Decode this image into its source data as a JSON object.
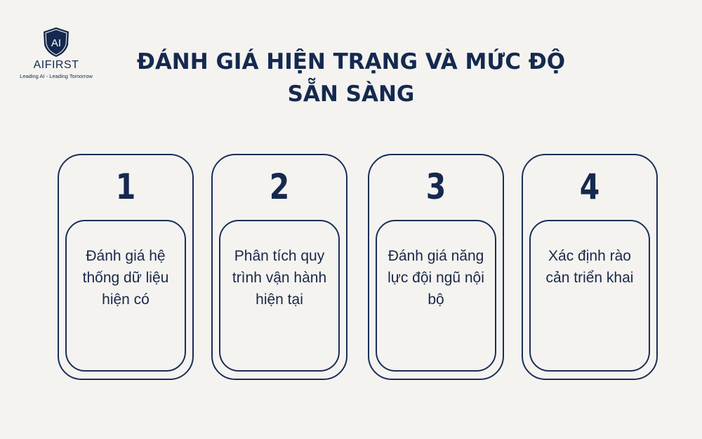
{
  "logo": {
    "mark_text": "AI",
    "name": "AIFIRST",
    "tagline": "Leading AI - Leading Tomorrow"
  },
  "title": "ĐÁNH GIÁ HIỆN TRẠNG VÀ MỨC ĐỘ SẴN SÀNG",
  "steps": [
    {
      "number": "1",
      "text": "Đánh giá hệ thống dữ liệu hiện có"
    },
    {
      "number": "2",
      "text": "Phân tích quy trình vận hành hiện tại"
    },
    {
      "number": "3",
      "text": "Đánh giá năng lực đội ngũ nội bộ"
    },
    {
      "number": "4",
      "text": "Xác định rào cản triển khai"
    }
  ],
  "colors": {
    "background": "#f4f3f0",
    "navy": "#15294f"
  }
}
